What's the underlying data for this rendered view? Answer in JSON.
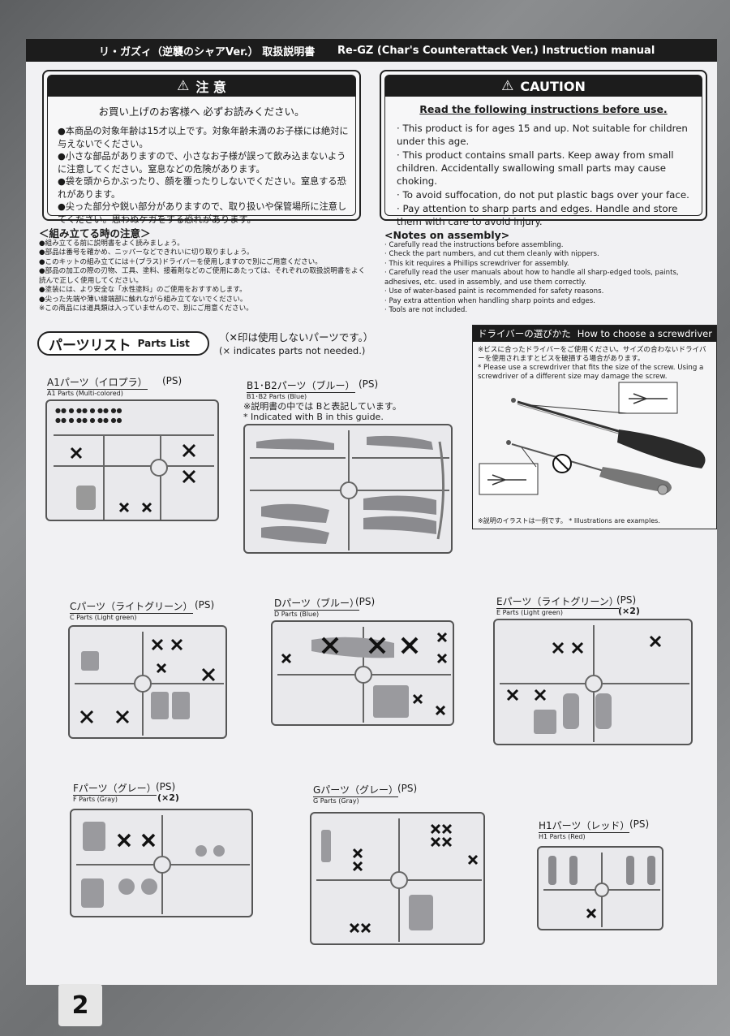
{
  "header": {
    "title_jp": "リ・ガズィ（逆襲のシャアVer.） 取扱説明書",
    "title_en": "Re-GZ (Char's Counterattack Ver.) Instruction manual"
  },
  "caution_jp": {
    "heading": "注 意",
    "subheading": "お買い上げのお客様へ 必ずお読みください。",
    "items": [
      "●本商品の対象年齢は15才以上です。対象年齢未満のお子様には絶対に与えないでください。",
      "●小さな部品がありますので、小さなお子様が誤って飲み込まないように注意してください。窒息などの危険があります。",
      "●袋を頭からかぶったり、顔を覆ったりしないでください。窒息する恐れがあります。",
      "●尖った部分や鋭い部分がありますので、取り扱いや保管場所に注意してください。思わぬケガをする恐れがあります。"
    ]
  },
  "caution_en": {
    "heading": "CAUTION",
    "subheading": "Read the following instructions before use.",
    "items": [
      "· This product is for ages 15 and up. Not suitable for children under this age.",
      "· This product contains small parts. Keep away from small children. Accidentally swallowing small parts may cause choking.",
      "· To avoid suffocation, do not put plastic bags over your face.",
      "· Pay attention to sharp parts and edges. Handle and store them with care to avoid injury."
    ]
  },
  "notes_jp": {
    "heading": "＜組み立てる時の注意＞",
    "items": [
      "●組み立てる前に説明書をよく読みましょう。",
      "●部品は番号を確かめ、ニッパーなどできれいに切り取りましょう。",
      "●このキットの組み立てには＋(プラス)ドライバーを使用しますので別にご用意ください。",
      "●部品の加工の際の刃物、工具、塗料、接着剤などのご使用にあたっては、それぞれの取扱説明書をよく読んで正しく使用してください。",
      "●塗装には、より安全な「水性塗料」のご使用をおすすめします。",
      "●尖った先端や薄い縁端部に触れながら組み立てないでください。",
      "※この商品には道具類は入っていませんので、別にご用意ください。"
    ]
  },
  "notes_en": {
    "heading": "<Notes on assembly>",
    "items": [
      "· Carefully read the instructions before assembling.",
      "· Check the part numbers, and cut them cleanly with nippers.",
      "· This kit requires a Phillips screwdriver for assembly.",
      "· Carefully read the user manuals about how to handle all sharp-edged tools, paints, adhesives, etc. used in assembly, and use them correctly.",
      "· Use of water-based paint is recommended for safety reasons.",
      "· Pay extra attention when handling sharp points and edges.",
      "· Tools are not included."
    ]
  },
  "parts_list": {
    "title_jp": "パーツリスト",
    "title_en": "Parts List",
    "note_jp": "（✕印は使用しないパーツです。）",
    "note_en": "(× indicates parts not needed.)"
  },
  "driver": {
    "heading_jp": "ドライバーの選びかた",
    "heading_en": "How to choose a screwdriver",
    "text_jp": "※ビスに合ったドライバーをご使用ください。サイズの合わないドライバーを使用されますとビスを破損する場合があります。",
    "text_en": "* Please use a screwdriver that fits the size of the screw. Using a screwdriver of a different size may damage the screw.",
    "footer": "※説明のイラストは一例です。 * Illustrations are examples."
  },
  "runners": {
    "a1": {
      "jp": "A1パーツ（イロプラ）",
      "ps": "(PS)",
      "en": "A1 Parts (Multi-colored)"
    },
    "b": {
      "jp": "B1･B2パーツ（ブルー）",
      "ps": "(PS)",
      "en": "B1･B2 Parts (Blue)",
      "note_jp": "※説明書の中では Bと表記しています。",
      "note_en": "* Indicated with B in this guide."
    },
    "c": {
      "jp": "Cパーツ（ライトグリーン）",
      "ps": "(PS)",
      "en": "C Parts (Light green)"
    },
    "d": {
      "jp": "Dパーツ（ブルー）",
      "ps": "(PS)",
      "en": "D Parts (Blue)"
    },
    "e": {
      "jp": "Eパーツ（ライトグリーン）",
      "ps": "(PS)",
      "en": "E Parts (Light green)",
      "qty": "(×2)"
    },
    "f": {
      "jp": "Fパーツ（グレー）",
      "ps": "(PS)",
      "en": "F Parts (Gray)",
      "qty": "(×2)"
    },
    "g": {
      "jp": "Gパーツ（グレー）",
      "ps": "(PS)",
      "en": "G Parts (Gray)"
    },
    "h1": {
      "jp": "H1パーツ（レッド）",
      "ps": "(PS)",
      "en": "H1 Parts (Red)"
    }
  },
  "page_number": "2",
  "colors": {
    "dark": "#1c1c1c",
    "paper": "#f1f1f3",
    "runner": "#e9e9ec"
  }
}
